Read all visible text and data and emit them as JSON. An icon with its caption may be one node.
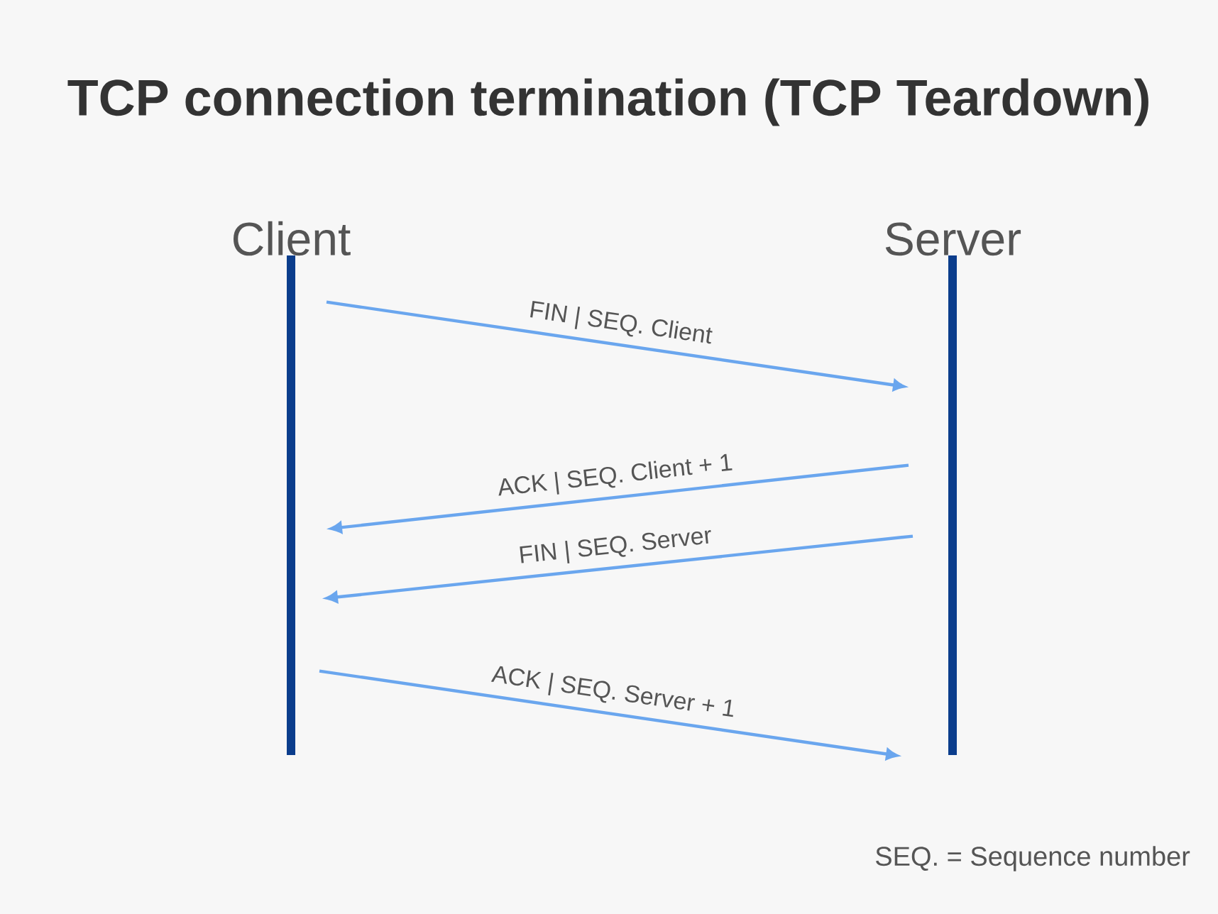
{
  "diagram": {
    "title": "TCP connection termination (TCP Teardown)",
    "nodes": [
      {
        "text": [
          "Client"
        ]
      },
      {
        "text": [
          "Server"
        ]
      }
    ],
    "edges": [
      {
        "from": 0,
        "to": 1,
        "arrow": "to",
        "label": "FIN | SEQ. Client"
      },
      {
        "from": 1,
        "to": 0,
        "arrow": "to",
        "label": "ACK | SEQ. Client + 1"
      },
      {
        "from": 1,
        "to": 0,
        "arrow": "to",
        "label": "FIN | SEQ. Server"
      },
      {
        "from": 0,
        "to": 1,
        "arrow": "to",
        "label": "ACK | SEQ. Server + 1"
      }
    ],
    "labels": [
      "SEQ. = Sequence number"
    ]
  }
}
